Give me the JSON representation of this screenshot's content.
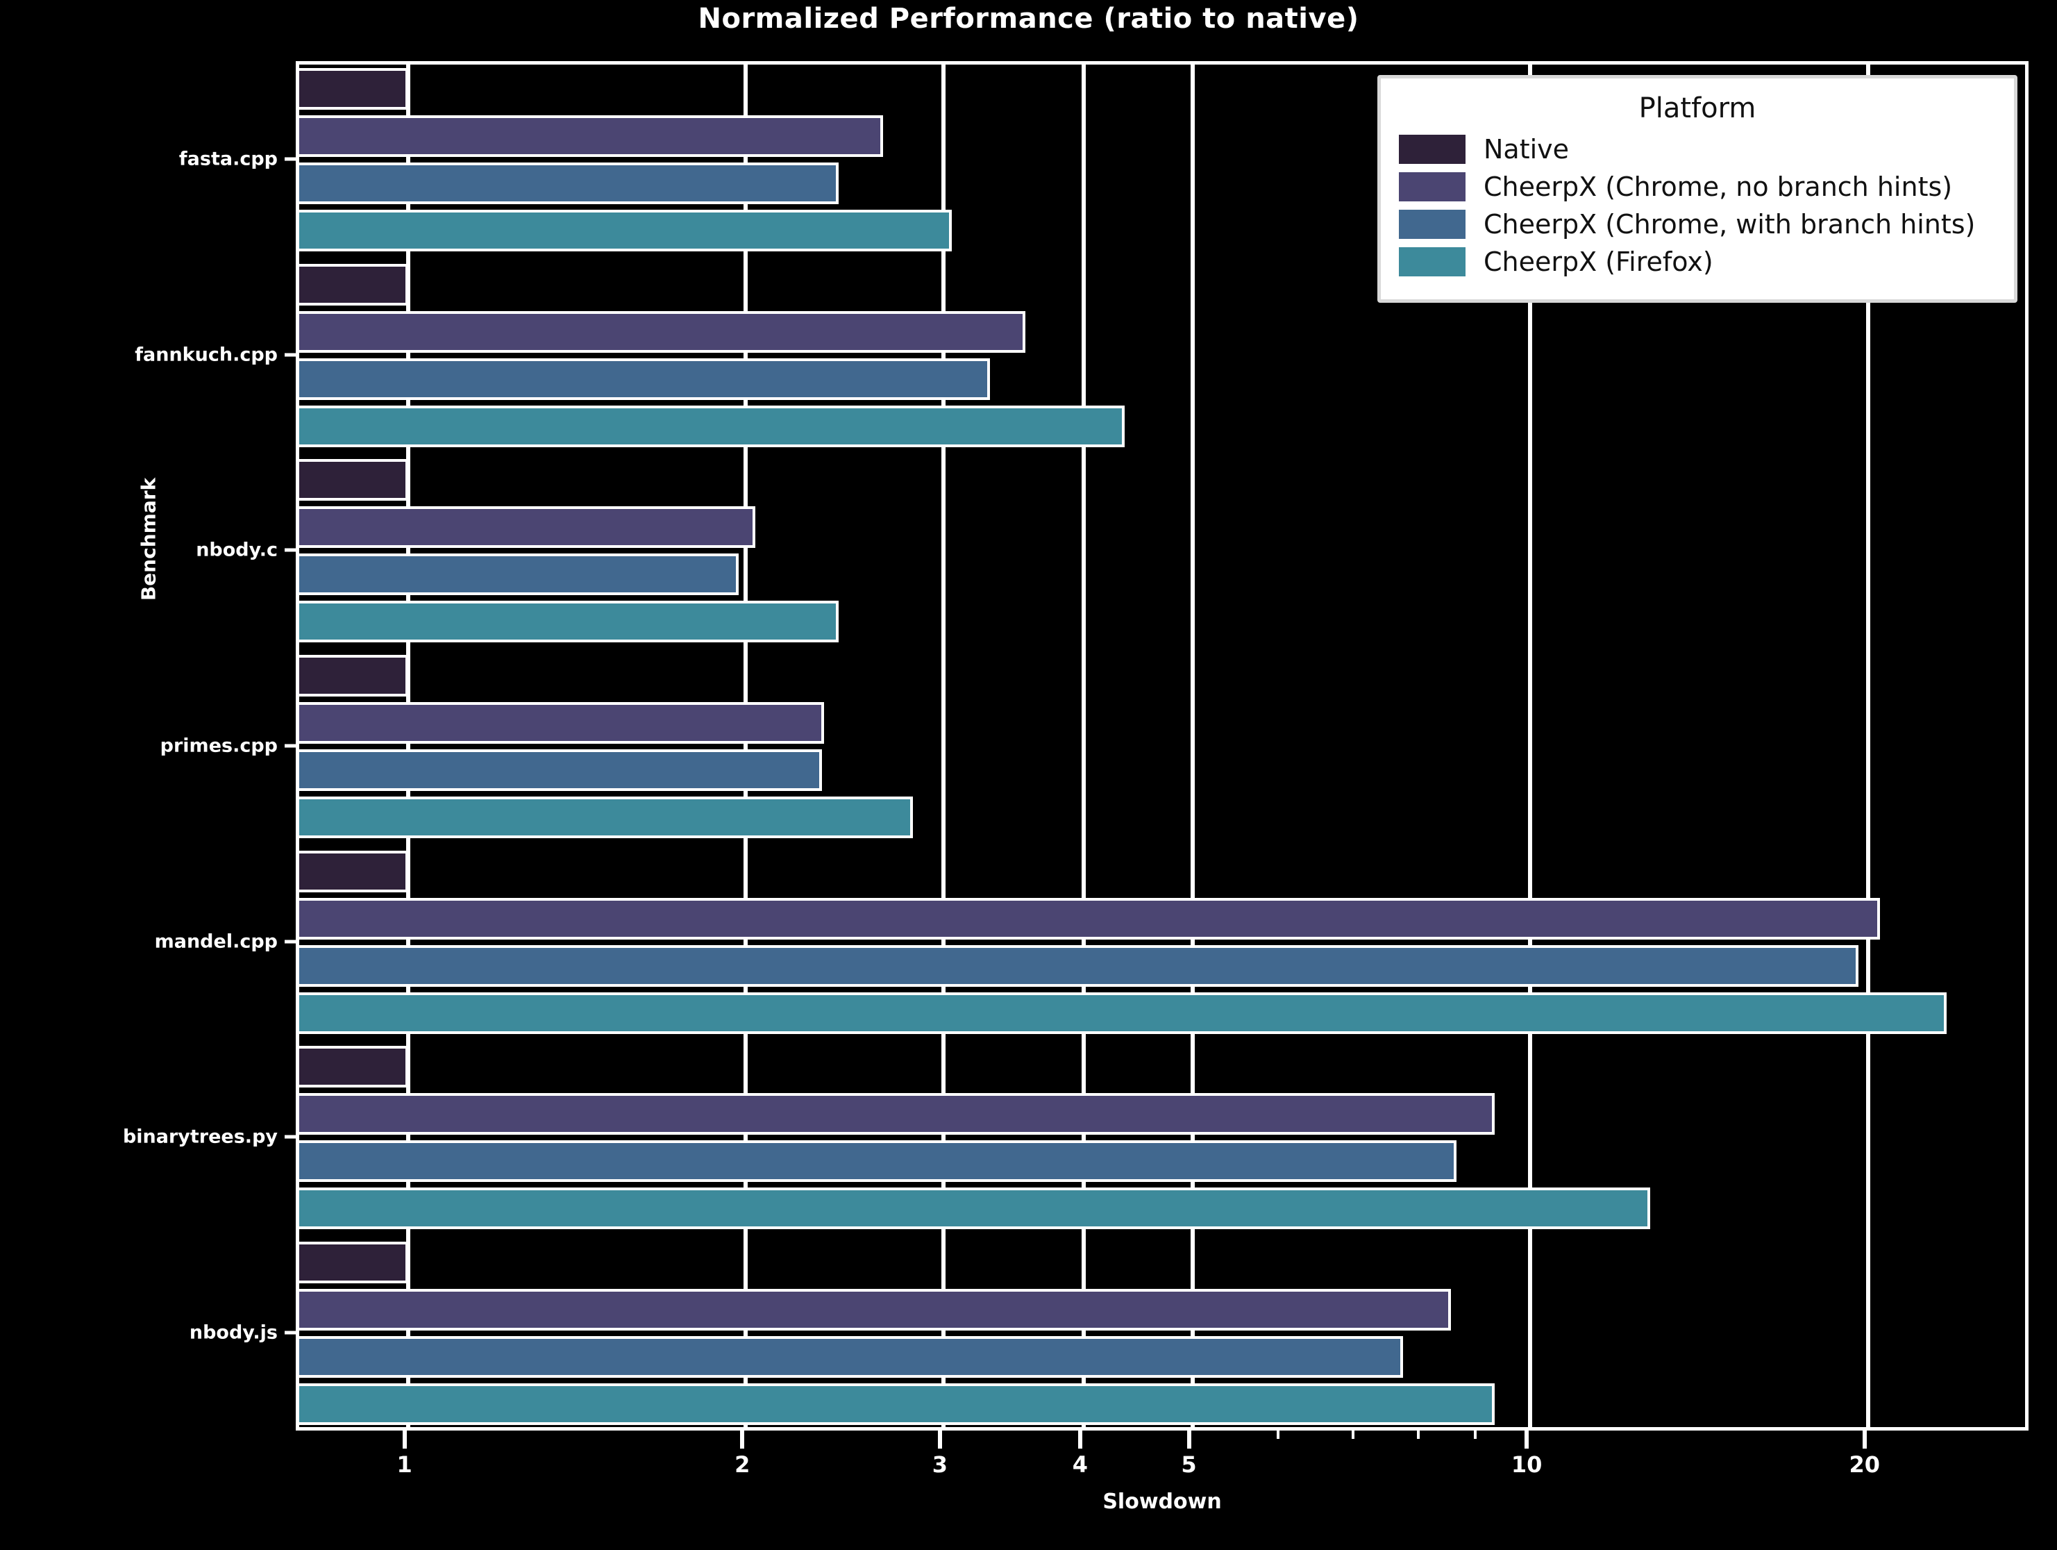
{
  "chart_data": {
    "type": "bar",
    "orientation": "horizontal",
    "title": "Normalized Performance (ratio to native)",
    "xlabel": "Slowdown",
    "ylabel": "Benchmark",
    "xscale": "log",
    "xlim": [
      0.8,
      28
    ],
    "grid": true,
    "legend_title": "Platform",
    "legend_position": "upper right",
    "xticks": [
      1,
      2,
      3,
      4,
      5,
      10,
      20
    ],
    "xtick_labels": [
      "1",
      "2",
      "3",
      "4",
      "5",
      "10",
      "20"
    ],
    "categories": [
      "fasta.cpp",
      "fannkuch.cpp",
      "nbody.c",
      "primes.cpp",
      "mandel.cpp",
      "binarytrees.py",
      "nbody.js"
    ],
    "series": [
      {
        "name": "Native",
        "color": "#2e2139",
        "values": [
          1.0,
          1.0,
          1.0,
          1.0,
          1.0,
          1.0,
          1.0
        ]
      },
      {
        "name": "CheerpX (Chrome, no branch hints)",
        "color": "#4b4572",
        "values": [
          2.65,
          3.55,
          2.04,
          2.35,
          20.5,
          9.3,
          8.5
        ]
      },
      {
        "name": "CheerpX (Chrome, with branch hints)",
        "color": "#41688f",
        "values": [
          2.42,
          3.3,
          1.97,
          2.34,
          19.6,
          8.6,
          7.7
        ]
      },
      {
        "name": "CheerpX (Firefox)",
        "color": "#3d8a9b",
        "values": [
          3.05,
          4.35,
          2.42,
          2.82,
          23.5,
          12.8,
          9.3
        ]
      }
    ]
  },
  "legend": {
    "title": "Platform",
    "entries": [
      {
        "label": "Native",
        "color": "#2e2139"
      },
      {
        "label": "CheerpX (Chrome, no branch hints)",
        "color": "#4b4572"
      },
      {
        "label": "CheerpX (Chrome, with branch hints)",
        "color": "#41688f"
      },
      {
        "label": "CheerpX (Firefox)",
        "color": "#3d8a9b"
      }
    ]
  }
}
